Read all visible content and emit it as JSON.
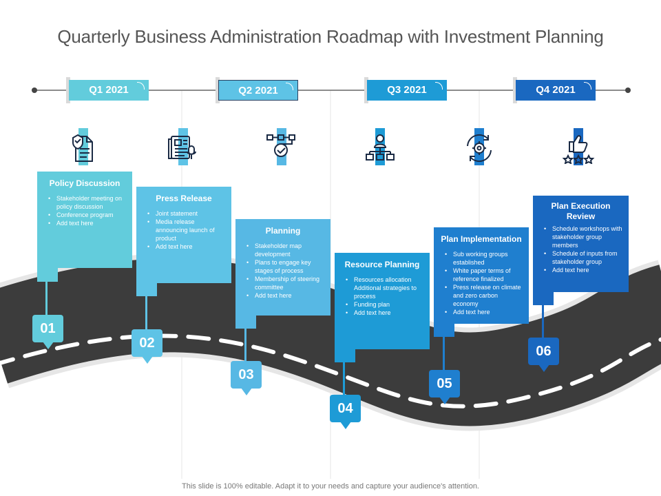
{
  "title": "Quarterly Business Administration Roadmap with Investment Planning",
  "footer": "This slide is 100% editable. Adapt it to your needs and capture your audience's attention.",
  "quarters": [
    "Q1 2021",
    "Q2 2021",
    "Q3 2021",
    "Q4 2021"
  ],
  "stages": [
    {
      "number": "01",
      "title": "Policy Discussion",
      "bullets": [
        "Stakeholder meeting on policy discussion",
        "Conference program",
        "Add text here"
      ],
      "icon": "policy-document-check-icon",
      "color": "#62ccdc"
    },
    {
      "number": "02",
      "title": "Press Release",
      "bullets": [
        "Joint statement",
        "Media release announcing launch of product",
        "Add text here"
      ],
      "icon": "newspaper-microphone-icon",
      "color": "#5ec3e6"
    },
    {
      "number": "03",
      "title": "Planning",
      "bullets": [
        "Stakeholder map development",
        "Plans to engage key stages of process",
        "Membership of steering committee",
        "Add text here"
      ],
      "icon": "flowchart-check-icon",
      "color": "#57b8e4"
    },
    {
      "number": "04",
      "title": "Resource Planning",
      "bullets": [
        "Resources allocation Additional strategies to process",
        "Funding plan",
        "Add text here"
      ],
      "icon": "org-hierarchy-person-icon",
      "color": "#1e9bd6"
    },
    {
      "number": "05",
      "title": "Plan Implementation",
      "bullets": [
        "Sub working groups established",
        "White paper terms of reference finalized",
        "Press release on climate and zero carbon economy",
        "Add text here"
      ],
      "icon": "gear-cycle-icon",
      "color": "#1f7fcf"
    },
    {
      "number": "06",
      "title": "Plan Execution Review",
      "bullets": [
        "Schedule workshops with stakeholder group members",
        "Schedule of inputs from stakeholder group",
        "Add text here"
      ],
      "icon": "thumbs-up-stars-icon",
      "color": "#1a68c0"
    }
  ],
  "colors": {
    "road": "#3c3c3c",
    "road_edge": "#e6e6e6",
    "dash": "#ffffff",
    "icon_stroke": "#1a2a44",
    "q1": "#62ccdc",
    "q2": "#5ec3e6",
    "q3": "#1e9bd6",
    "q4": "#1a68c0"
  }
}
